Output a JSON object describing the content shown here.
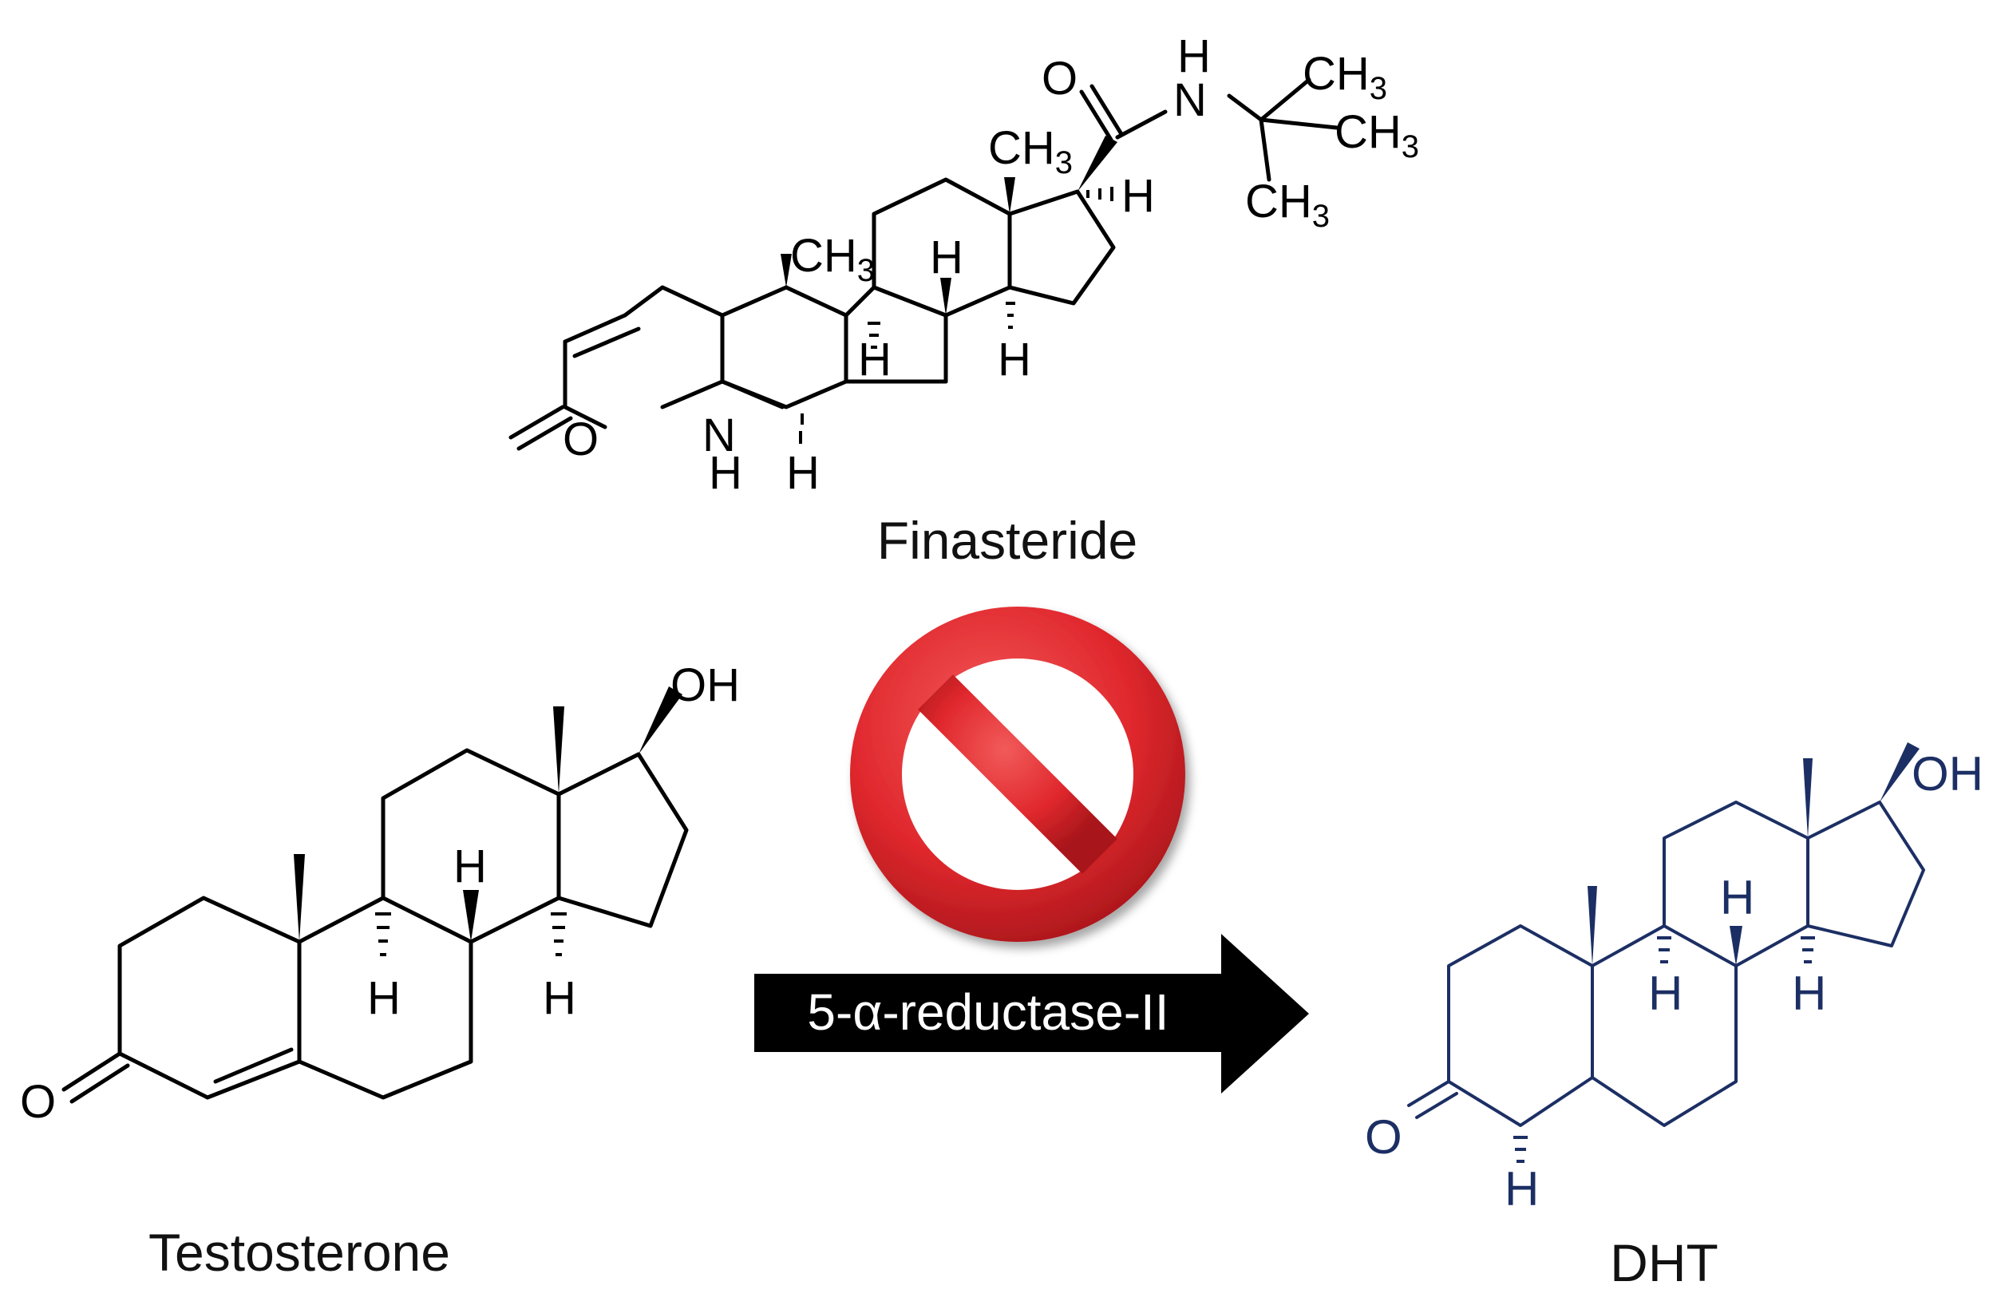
{
  "molecules": {
    "finasteride": {
      "name": "Finasteride",
      "atoms": {
        "o_keto": "O",
        "nh_n": "N",
        "nh_h": "H",
        "h5": "H",
        "ch3_19": "CH",
        "ch3_19_sub": "3",
        "h9": "H",
        "h8": "H",
        "h14": "H",
        "ch3_18": "CH",
        "ch3_18_sub": "3",
        "h17": "H",
        "o_amide": "O",
        "nh2_h": "H",
        "nh2_n": "N",
        "tbu_ch3_a": "CH",
        "tbu_ch3_a_sub": "3",
        "tbu_ch3_b": "CH",
        "tbu_ch3_b_sub": "3",
        "tbu_ch3_c": "CH",
        "tbu_ch3_c_sub": "3"
      }
    },
    "testosterone": {
      "name": "Testosterone",
      "atoms": {
        "o_keto": "O",
        "oh": "OH",
        "h8": "H",
        "h9": "H",
        "h14": "H"
      }
    },
    "dht": {
      "name": "DHT",
      "color": "#1c2f64",
      "atoms": {
        "o_keto": "O",
        "oh": "OH",
        "h8": "H",
        "h9": "H",
        "h14": "H",
        "h5": "H"
      }
    }
  },
  "reaction": {
    "enzyme_label": "5-α-reductase-II",
    "blocked": true,
    "prohibit_icon": "prohibition-sign-icon",
    "prohibit_color": "#e0282d",
    "arrow_color": "#000000"
  }
}
